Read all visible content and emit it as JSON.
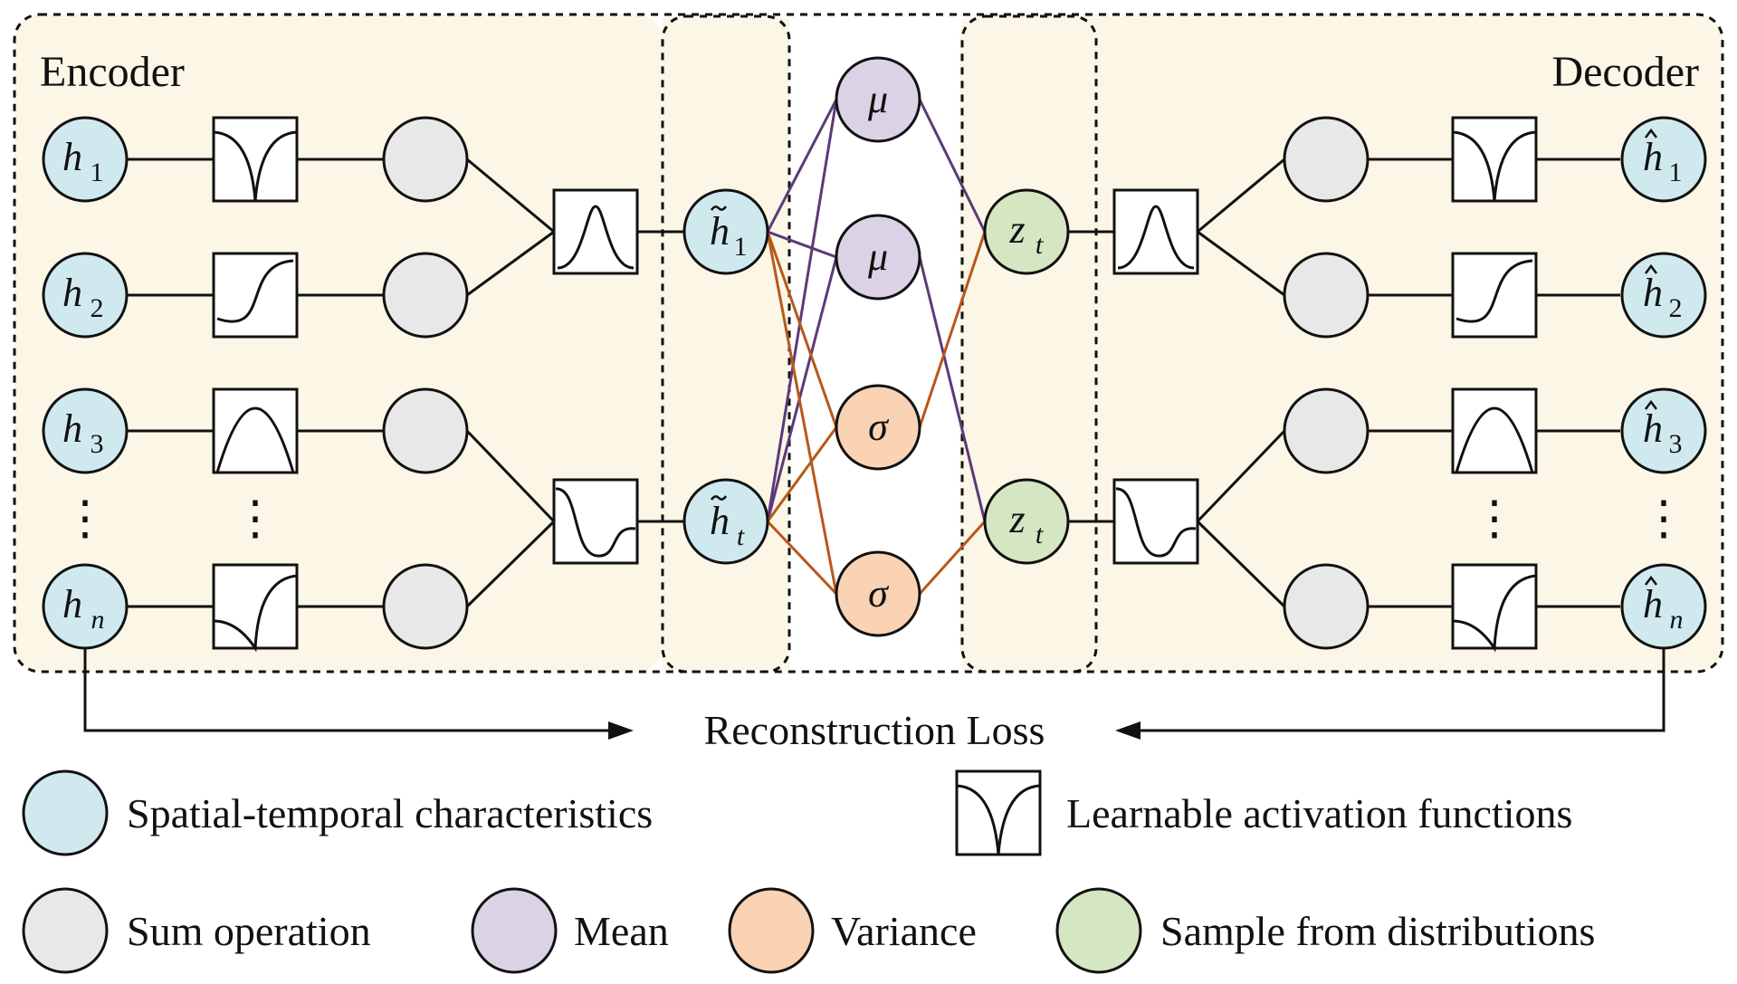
{
  "sections": {
    "encoder_label": "Encoder",
    "decoder_label": "Decoder"
  },
  "inputs": [
    {
      "base": "h",
      "sub": "1"
    },
    {
      "base": "h",
      "sub": "2"
    },
    {
      "base": "h",
      "sub": "3"
    },
    {
      "base": "h",
      "sub": "n"
    }
  ],
  "outputs": [
    {
      "base": "h",
      "sub": "1",
      "accent": "hat"
    },
    {
      "base": "h",
      "sub": "2",
      "accent": "hat"
    },
    {
      "base": "h",
      "sub": "3",
      "accent": "hat"
    },
    {
      "base": "h",
      "sub": "n",
      "accent": "hat"
    }
  ],
  "latent": [
    {
      "base": "h",
      "sub": "1",
      "accent": "tilde"
    },
    {
      "base": "h",
      "sub": "t",
      "accent": "tilde"
    }
  ],
  "mean_nodes": [
    "μ",
    "μ"
  ],
  "variance_nodes": [
    "σ",
    "σ"
  ],
  "sample_nodes": [
    {
      "base": "z",
      "sub": "t"
    },
    {
      "base": "z",
      "sub": "t"
    }
  ],
  "dots": "⋮",
  "loss_label": "Reconstruction Loss",
  "legend": {
    "spatial": "Spatial-temporal characteristics",
    "activation": "Learnable activation functions",
    "sum": "Sum operation",
    "mean": "Mean",
    "variance": "Variance",
    "sample": "Sample from distributions"
  },
  "colors": {
    "characteristic": "#cfe9ef",
    "sum": "#e8e8e8",
    "mean": "#dcd2e6",
    "variance": "#fad2b4",
    "sample": "#d5e6c2",
    "panel": "#fbf6e6",
    "mean_line": "#5c3a78",
    "variance_line": "#b8581a"
  }
}
